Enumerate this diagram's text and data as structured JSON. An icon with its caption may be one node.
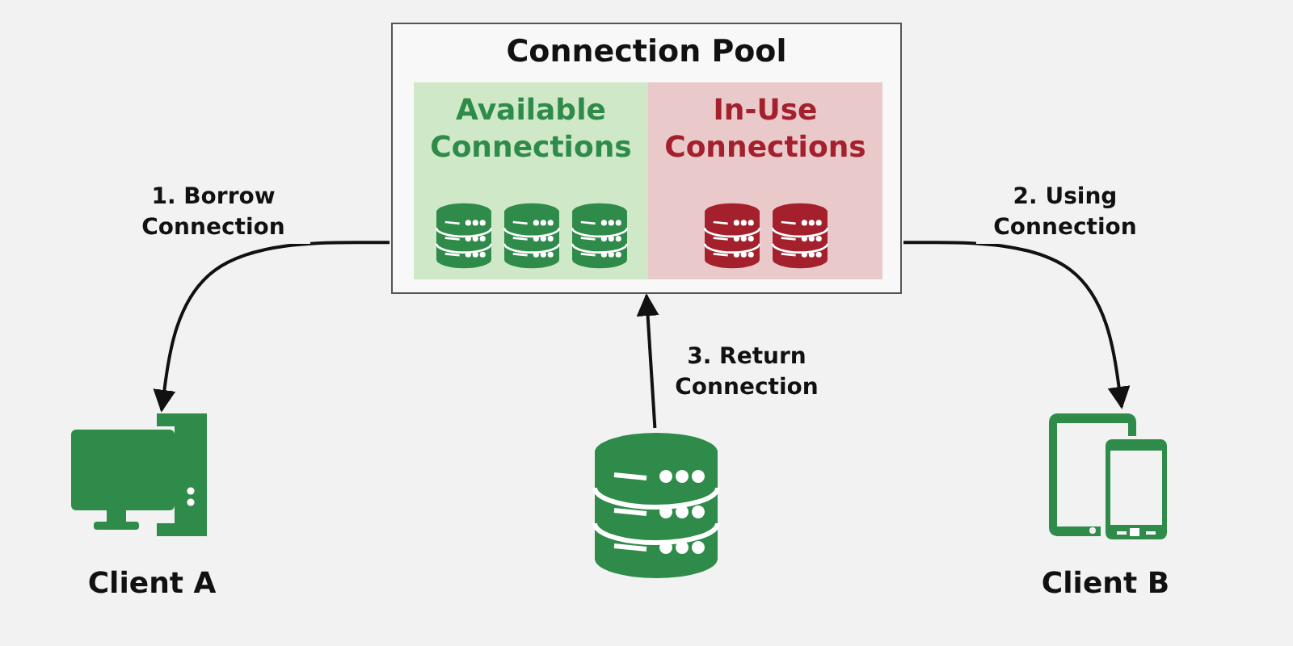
{
  "diagram": {
    "nodes": [
      {
        "text": [
          "Connection Pool"
        ]
      },
      {
        "text": [
          "Available Connections"
        ],
        "in": 0
      },
      {
        "text": [
          "In-Use Connections"
        ],
        "in": 0
      },
      {
        "text": [
          "Client A"
        ]
      },
      {
        "text": [
          "Client B"
        ]
      },
      {
        "text": [],
        "shape": "cylinder"
      }
    ],
    "edges": [
      {
        "from": 0,
        "to": 3,
        "arrow": "to",
        "label": "1. Borrow Connection"
      },
      {
        "from": 0,
        "to": 4,
        "arrow": "to",
        "label": "2. Using Connection"
      },
      {
        "from": 5,
        "to": 0,
        "arrow": "to",
        "label": "3. Return Connection"
      }
    ]
  }
}
